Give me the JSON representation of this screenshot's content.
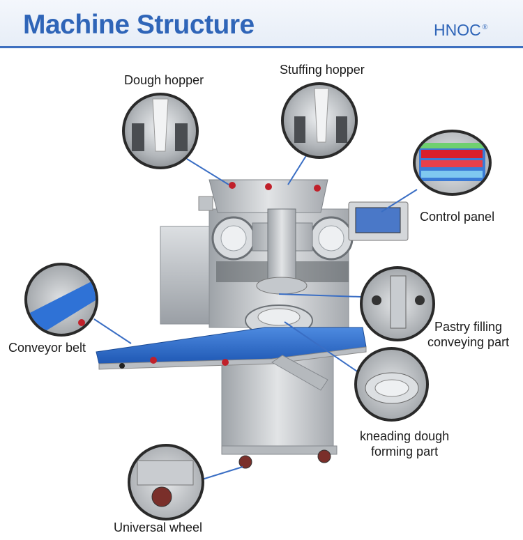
{
  "header": {
    "title": "Machine Structure",
    "brand": "HNOC",
    "brand_mark": "®"
  },
  "parts": [
    {
      "id": "dough-hopper",
      "label": "Dough hopper"
    },
    {
      "id": "stuffing-hopper",
      "label": "Stuffing hopper"
    },
    {
      "id": "control-panel",
      "label": "Control panel"
    },
    {
      "id": "conveyor-belt",
      "label": "Conveyor belt"
    },
    {
      "id": "pastry-filling",
      "label": "Pastry filling\nconveying part"
    },
    {
      "id": "kneading-dough",
      "label": "kneading dough\nforming part"
    },
    {
      "id": "universal-wheel",
      "label": "Universal wheel"
    }
  ],
  "colors": {
    "accent": "#2f65b8",
    "callout_line": "#3a6ec4",
    "belt": "#2f6fd0",
    "steel": "#c9ccd0"
  }
}
